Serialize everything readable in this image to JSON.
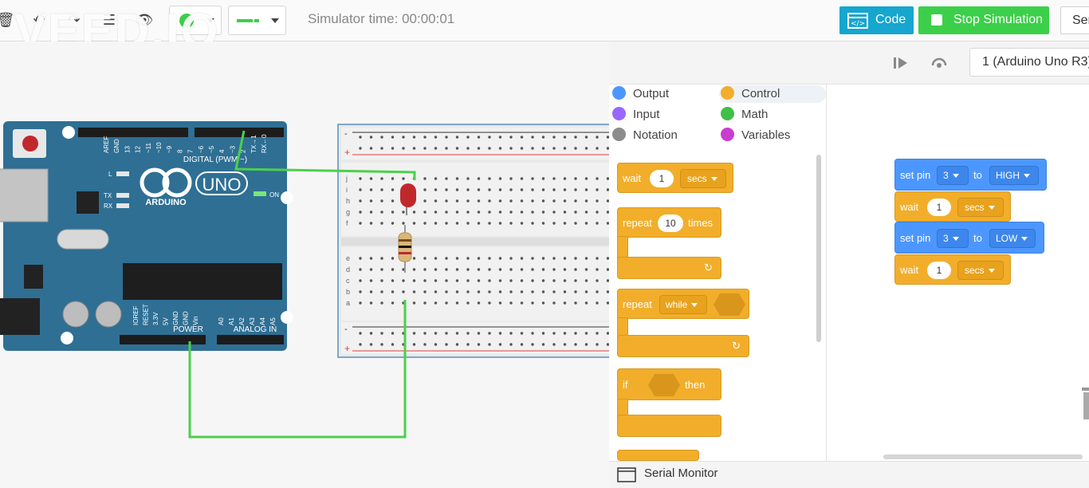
{
  "toolbar": {
    "watermark": "VEED.IO",
    "simulator_time": "Simulator time: 00:00:01",
    "code_label": "Code",
    "stop_label": "Stop Simulation",
    "send_label": "Ser"
  },
  "code_panel": {
    "device": "1 (Arduino Uno R3)",
    "categories": [
      {
        "label": "Output",
        "color": "#4c97ff"
      },
      {
        "label": "Control",
        "color": "#f2ae2a"
      },
      {
        "label": "Input",
        "color": "#9966ff"
      },
      {
        "label": "Math",
        "color": "#40bf4a"
      },
      {
        "label": "Notation",
        "color": "#8c8c8c"
      },
      {
        "label": "Variables",
        "color": "#c93ccf"
      }
    ],
    "palette": {
      "wait": {
        "label": "wait",
        "value": "1",
        "unit": "secs"
      },
      "repeat_times": {
        "label": "repeat",
        "value": "10",
        "suffix": "times"
      },
      "repeat_while": {
        "label": "repeat",
        "mode": "while"
      },
      "if_then": {
        "label": "if",
        "suffix": "then"
      }
    },
    "workspace": [
      {
        "type": "set_pin",
        "label": "set pin",
        "pin": "3",
        "to": "to",
        "state": "HIGH"
      },
      {
        "type": "wait",
        "label": "wait",
        "value": "1",
        "unit": "secs"
      },
      {
        "type": "set_pin",
        "label": "set pin",
        "pin": "3",
        "to": "to",
        "state": "LOW"
      },
      {
        "type": "wait",
        "label": "wait",
        "value": "1",
        "unit": "secs"
      }
    ],
    "serial_monitor": "Serial Monitor"
  },
  "arduino": {
    "brand": "ARDUINO",
    "model": "UNO",
    "digital_label": "DIGITAL (PWM ~)",
    "power_label": "POWER",
    "analog_label": "ANALOG IN",
    "on_label": "ON",
    "led_labels": [
      "L",
      "TX",
      "RX"
    ],
    "top_pins": [
      "AREF",
      "GND",
      "13",
      "12",
      "~11",
      "~10",
      "~9",
      "8",
      "7",
      "~6",
      "~5",
      "4",
      "~3",
      "2",
      "TX→1",
      "RX←0"
    ],
    "power_pins": [
      "IOREF",
      "RESET",
      "3.3V",
      "5V",
      "GND",
      "GND",
      "Vin"
    ],
    "analog_pins": [
      "A0",
      "A1",
      "A2",
      "A3",
      "A4",
      "A5"
    ]
  },
  "breadboard": {
    "row_letters_top": [
      "j",
      "i",
      "h",
      "g",
      "f"
    ],
    "row_letters_bottom": [
      "e",
      "d",
      "c",
      "b",
      "a"
    ],
    "rail_minus": "-",
    "rail_plus": "+"
  },
  "colors": {
    "wire": "#4cd04a",
    "arduino_board": "#2f6f94",
    "led": "#c0282c",
    "accent_code": "#16a6cf",
    "accent_stop": "#3ccf4a"
  }
}
